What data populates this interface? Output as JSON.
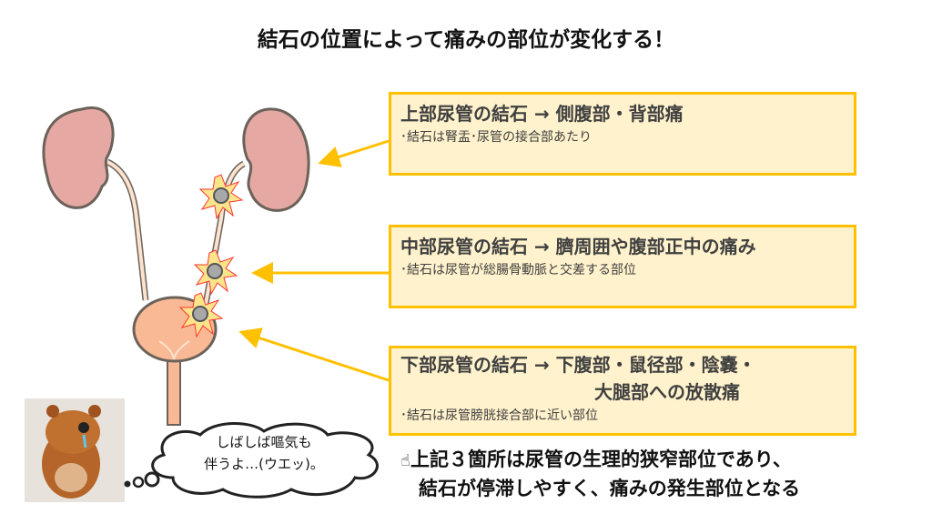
{
  "title": "結石の位置によって痛みの部位が変化する！",
  "boxes": [
    {
      "heading": "上部尿管の結石 → 側腹部・背部痛",
      "note": "･結石は腎盂･尿管の接合部あたり"
    },
    {
      "heading": "中部尿管の結石 → 臍周囲や腹部正中の痛み",
      "note": "･結石は尿管が総腸骨動脈と交差する部位"
    },
    {
      "heading": "下部尿管の結石 → 下腹部・鼠径部・陰嚢・",
      "heading2": "大腿部への放散痛",
      "note": "･結石は尿管膀胱接合部に近い部位"
    }
  ],
  "bubble": {
    "line1": "しばしば嘔気も",
    "line2": "伴うよ…(ウエッ)。"
  },
  "footer": {
    "line1": "上記３箇所は尿管の生理的狭窄部位であり、",
    "line2": "結石が停滞しやすく、痛みの発生部位となる",
    "icon": "pointing-hand-icon"
  },
  "colors": {
    "box_fill": "#fff2cc",
    "box_border": "#ffc000",
    "arrow": "#ffc000",
    "kidney": "#e6a8a3",
    "bladder": "#f8b994"
  }
}
